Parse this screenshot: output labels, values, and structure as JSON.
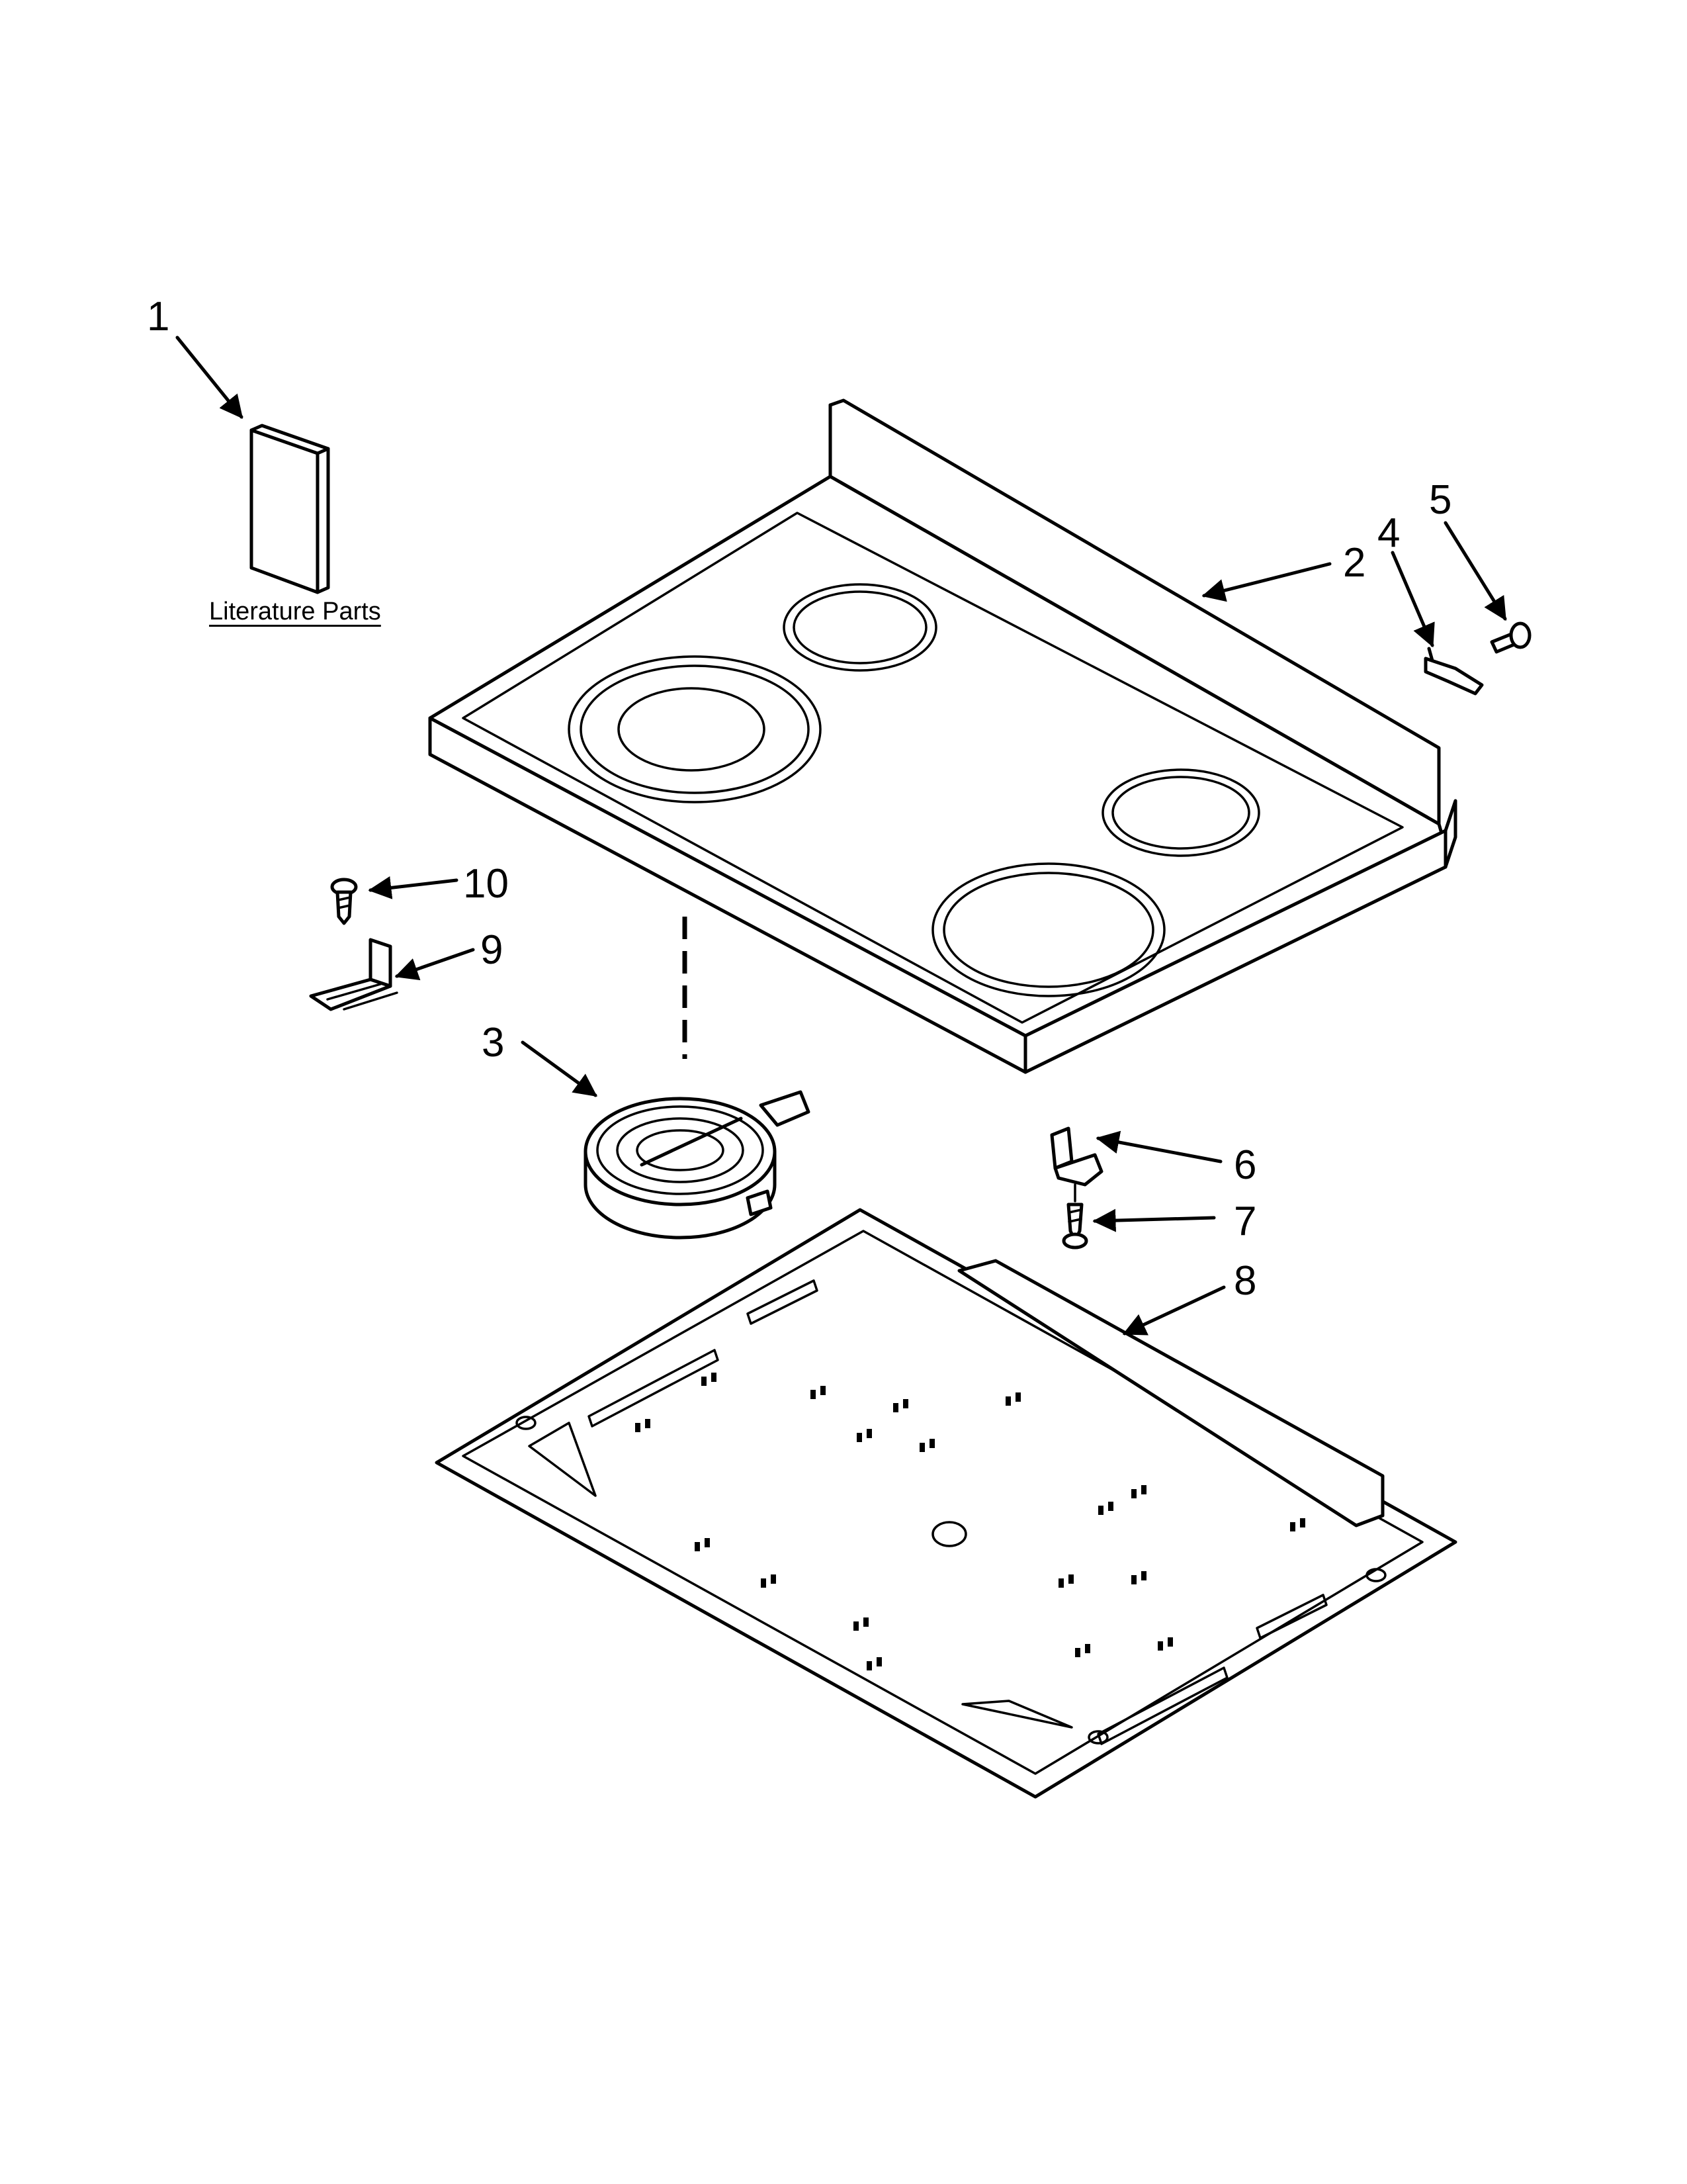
{
  "diagram": {
    "caption": "Literature Parts",
    "callouts": [
      {
        "id": "1",
        "text": "1"
      },
      {
        "id": "2",
        "text": "2"
      },
      {
        "id": "3",
        "text": "3"
      },
      {
        "id": "4",
        "text": "4"
      },
      {
        "id": "5",
        "text": "5"
      },
      {
        "id": "6",
        "text": "6"
      },
      {
        "id": "7",
        "text": "7"
      },
      {
        "id": "8",
        "text": "8"
      },
      {
        "id": "9",
        "text": "9"
      },
      {
        "id": "10",
        "text": "10"
      }
    ]
  }
}
